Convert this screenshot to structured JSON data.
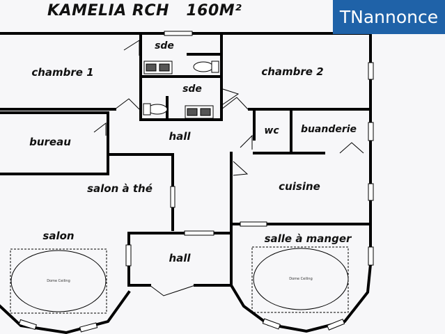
{
  "title": "KAMELIA RCH   160M²",
  "badge": "TNannonce",
  "rooms": {
    "chambre1": "chambre 1",
    "chambre2": "chambre 2",
    "sde_top": "sde",
    "sde_bottom": "sde",
    "hall_top": "hall",
    "hall_bottom": "hall",
    "wc": "wc",
    "buanderie": "buanderie",
    "bureau": "bureau",
    "salon_the": "salon à thé",
    "cuisine": "cuisine",
    "salon": "salon",
    "salle_manger": "salle à manger"
  },
  "ceiling_left": "Dome Ceiling",
  "ceiling_right": "Dome Ceiling",
  "colors": {
    "badge_bg": "#1f62a8",
    "wall": "#000000",
    "background": "#f7f7f9"
  }
}
